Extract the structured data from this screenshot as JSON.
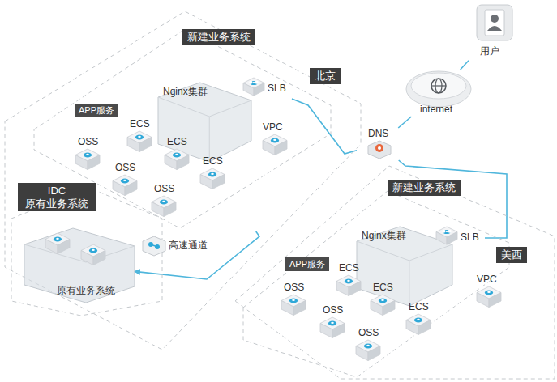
{
  "diagram": {
    "nodes": [
      {
        "text": [
          "用户"
        ]
      },
      {
        "text": [
          "internet"
        ]
      },
      {
        "text": [
          "DNS"
        ]
      },
      {
        "text": [
          "北京"
        ]
      },
      {
        "text": [
          "新建业务系统"
        ],
        "in": 3
      },
      {
        "text": [
          "Nginx集群"
        ],
        "in": 4
      },
      {
        "text": [
          "SLB"
        ],
        "in": 4
      },
      {
        "text": [
          "APP服务"
        ],
        "in": 4
      },
      {
        "text": [
          "ECS"
        ],
        "in": 4
      },
      {
        "text": [
          "ECS"
        ],
        "in": 4
      },
      {
        "text": [
          "ECS"
        ],
        "in": 4
      },
      {
        "text": [
          "OSS"
        ],
        "in": 4
      },
      {
        "text": [
          "OSS"
        ],
        "in": 4
      },
      {
        "text": [
          "OSS"
        ],
        "in": 4
      },
      {
        "text": [
          "VPC"
        ],
        "in": 3
      },
      {
        "text": [
          "IDC 原有业务系统"
        ],
        "in": 3
      },
      {
        "text": [
          "原有业务系统"
        ],
        "in": 15
      },
      {
        "text": [
          "高速通道"
        ],
        "in": 3
      },
      {
        "text": [
          "美西"
        ]
      },
      {
        "text": [
          "新建业务系统"
        ],
        "in": 18
      },
      {
        "text": [
          "Nginx集群"
        ],
        "in": 19
      },
      {
        "text": [
          "SLB"
        ],
        "in": 19
      },
      {
        "text": [
          "APP服务"
        ],
        "in": 19
      },
      {
        "text": [
          "ECS"
        ],
        "in": 19
      },
      {
        "text": [
          "ECS"
        ],
        "in": 19
      },
      {
        "text": [
          "ECS"
        ],
        "in": 19
      },
      {
        "text": [
          "OSS"
        ],
        "in": 19
      },
      {
        "text": [
          "OSS"
        ],
        "in": 19
      },
      {
        "text": [
          "OSS"
        ],
        "in": 19
      },
      {
        "text": [
          "VPC"
        ],
        "in": 18
      }
    ],
    "edges": [
      {
        "from": 1,
        "to": 0,
        "arrow": "none"
      },
      {
        "from": 2,
        "to": 1,
        "arrow": "none"
      },
      {
        "from": 2,
        "to": 6,
        "arrow": "none"
      },
      {
        "from": 2,
        "to": 21,
        "arrow": "none"
      },
      {
        "from": 4,
        "to": 16,
        "arrow": "to"
      }
    ]
  }
}
